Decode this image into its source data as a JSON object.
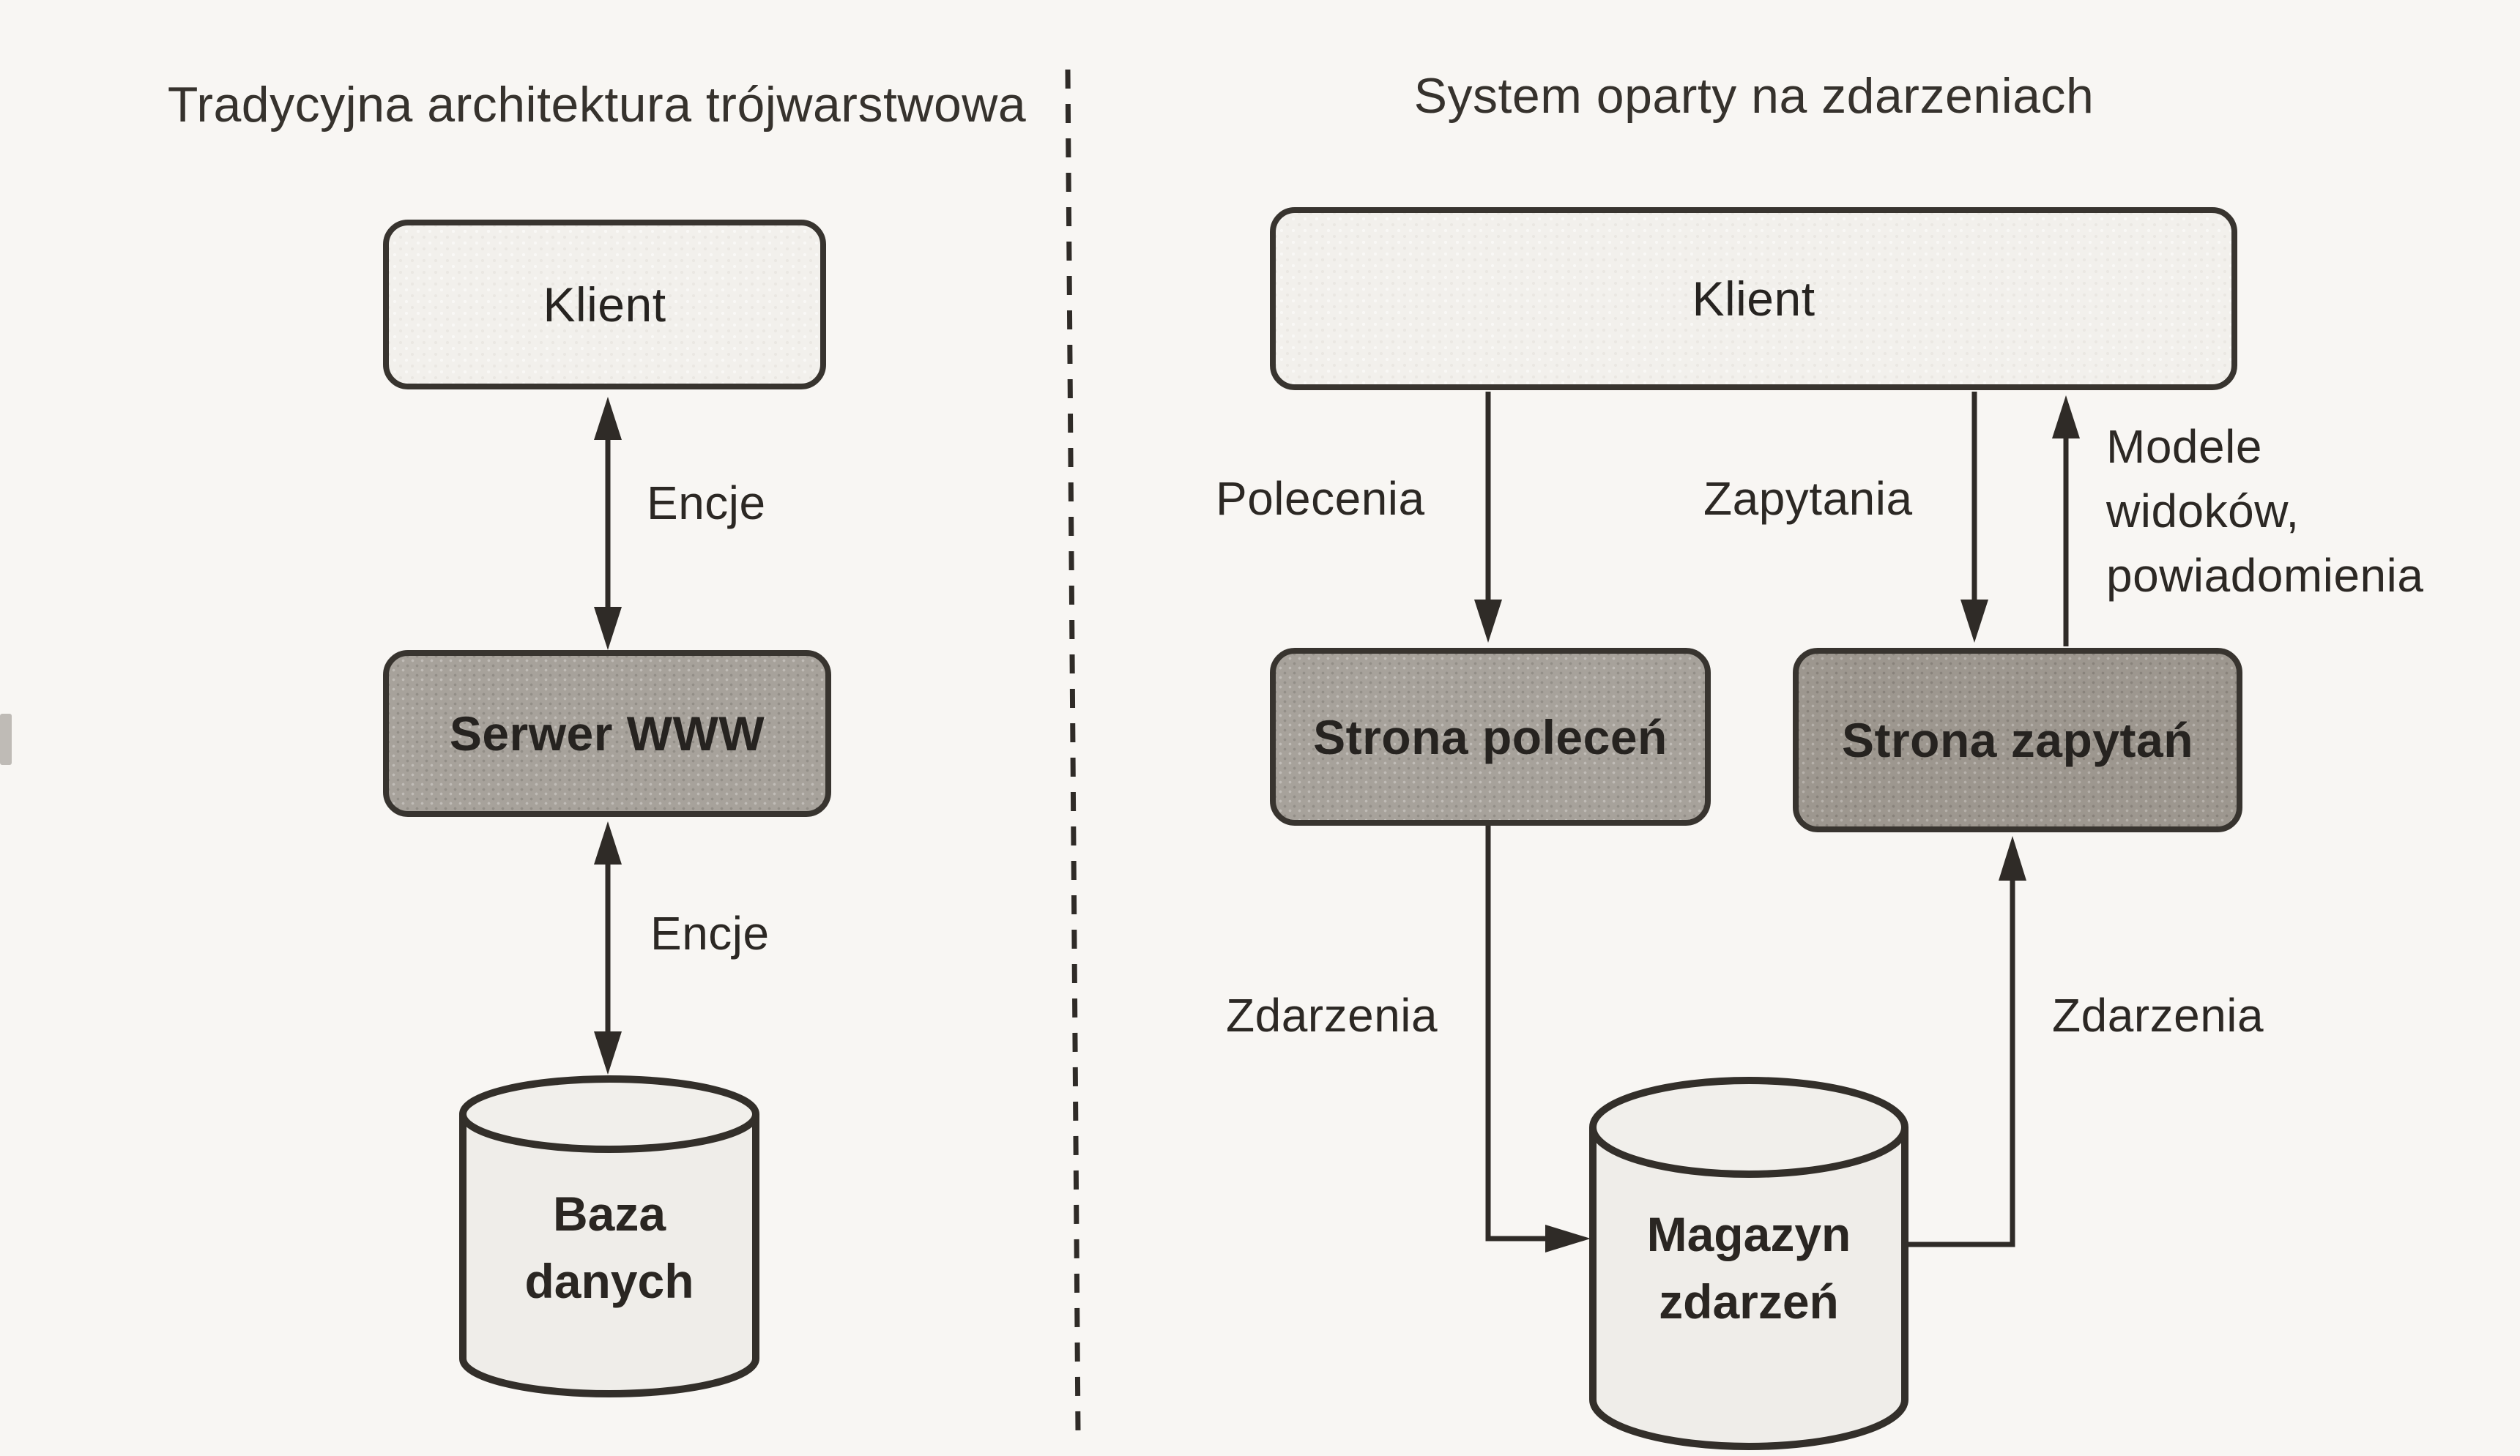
{
  "colors": {
    "paper": "#f8f6f3",
    "ink": "#2f2b27",
    "box_light_fill": "#f2f0ec",
    "box_gray_fill": "#a7a29b",
    "box_gray_dark_fill": "#9d978f",
    "cylinder_fill": "#efede9"
  },
  "left_diagram": {
    "title": "Tradycyjna architektura trójwarstwowa",
    "client_box": "Klient",
    "server_box": "Serwer WWW",
    "database_cylinder": {
      "line1": "Baza",
      "line2": "danych"
    },
    "edge_labels": {
      "client_server": "Encje",
      "server_database": "Encje"
    }
  },
  "right_diagram": {
    "title": "System oparty na zdarzeniach",
    "client_box": "Klient",
    "command_box": "Strona poleceń",
    "query_box": "Strona zapytań",
    "event_store_cylinder": {
      "line1": "Magazyn",
      "line2": "zdarzeń"
    },
    "edge_labels": {
      "commands": "Polecenia",
      "queries": "Zapytania",
      "view_models": [
        "Modele",
        "widoków,",
        "powiadomienia"
      ],
      "events_left": "Zdarzenia",
      "events_right": "Zdarzenia"
    }
  }
}
